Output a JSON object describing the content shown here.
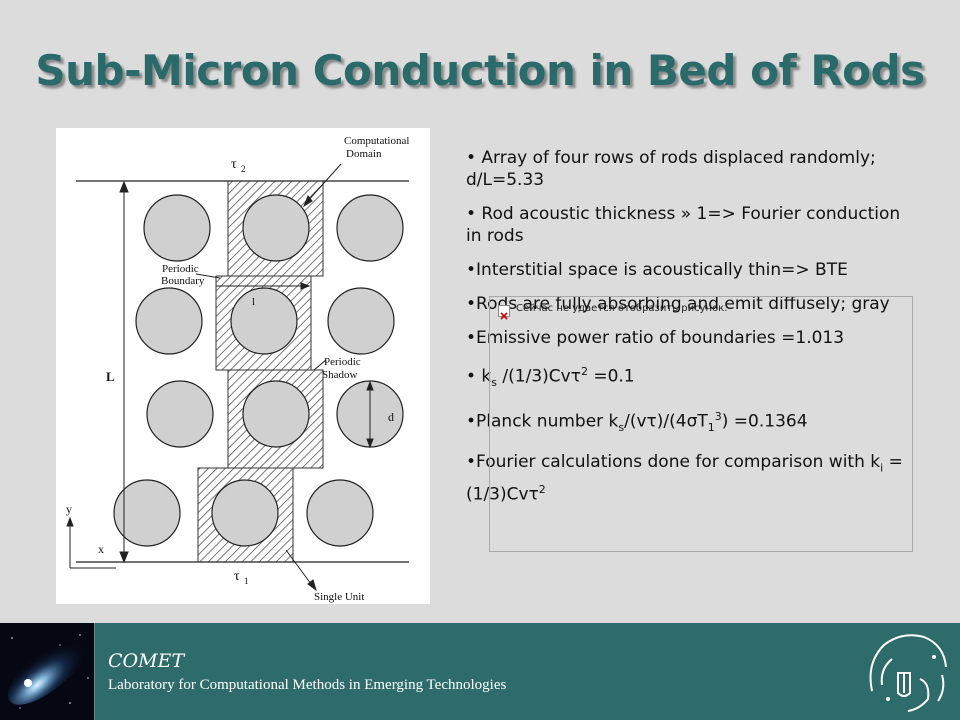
{
  "slide": {
    "title": "Sub-Micron Conduction in Bed of Rods",
    "bullets": [
      {
        "text": "• Array of four rows of rods displaced randomly; d/L=5.33"
      },
      {
        "text": "• Rod acoustic thickness » 1=> Fourier conduction in rods"
      },
      {
        "text": "•Interstitial space is acoustically thin=> BTE"
      },
      {
        "text": "•Rods are fully absorbing and emit diffusely; gray"
      },
      {
        "text": "•Emissive power ratio of boundaries =1.013"
      }
    ],
    "bullet_ks": {
      "pre": "• k",
      "sub": "s",
      "mid": " /(1/3)Cvτ",
      "sup": "2",
      "post": " =0.1"
    },
    "bullet_planck": {
      "pre": "•Planck number k",
      "sub1": "s",
      "mid1": "/(vτ)/(4σT",
      "sub2": "1",
      "sup2": "3",
      "post": ") =0.1364"
    },
    "bullet_fourier": {
      "pre": "•Fourier calculations done for comparison with k",
      "sub": "i",
      "mid": " =(1/3)Cvτ",
      "sup": "2"
    },
    "broken_image_message": "Сейчас не удается отобразить рисунок."
  },
  "figure": {
    "labels": {
      "computational": "Computational",
      "domain": "Domain",
      "tau2": "τ",
      "tau2_sub": "2",
      "periodic_boundary_1": "Periodic",
      "periodic_boundary_2": "Boundary",
      "l": "l",
      "L": "L",
      "periodic_shadow_1": "Periodic",
      "periodic_shadow_2": "Shadow",
      "d": "d",
      "y": "y",
      "x": "x",
      "tau1": "τ",
      "tau1_sub": "1",
      "single_unit": "Single Unit"
    }
  },
  "footer": {
    "brand": "COMET",
    "lab": "Laboratory for Computational Methods in Emerging Technologies"
  }
}
